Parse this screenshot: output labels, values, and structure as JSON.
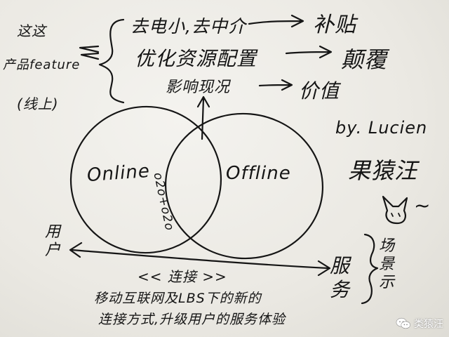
{
  "whiteboard": {
    "left_label": {
      "line1": "这这",
      "line2": "产品feature",
      "line3": "(线上)"
    },
    "points": [
      {
        "text": "去电小,去中介",
        "result": "补贴"
      },
      {
        "text": "优化资源配置",
        "result": "颠覆"
      },
      {
        "text": "影响现况",
        "result": "价值"
      }
    ],
    "venn": {
      "left": "Online",
      "right": "Offline",
      "center": "o2o+o2o"
    },
    "author": {
      "name": "by. Lucien",
      "alias": "果猿汪",
      "tail": "~"
    },
    "user_label": "用户",
    "service_label": "服务",
    "scene_label": "场景示",
    "connection_label": "<< 连接 >>",
    "footer": {
      "line1": "移动互联网及LBS下的新的",
      "line2": "连接方式,升级用户的服务体验"
    }
  },
  "watermark": {
    "text": "类猿汪",
    "icon": "wechat-icon"
  },
  "colors": {
    "ink": "#151515",
    "board": "#eceae4"
  }
}
